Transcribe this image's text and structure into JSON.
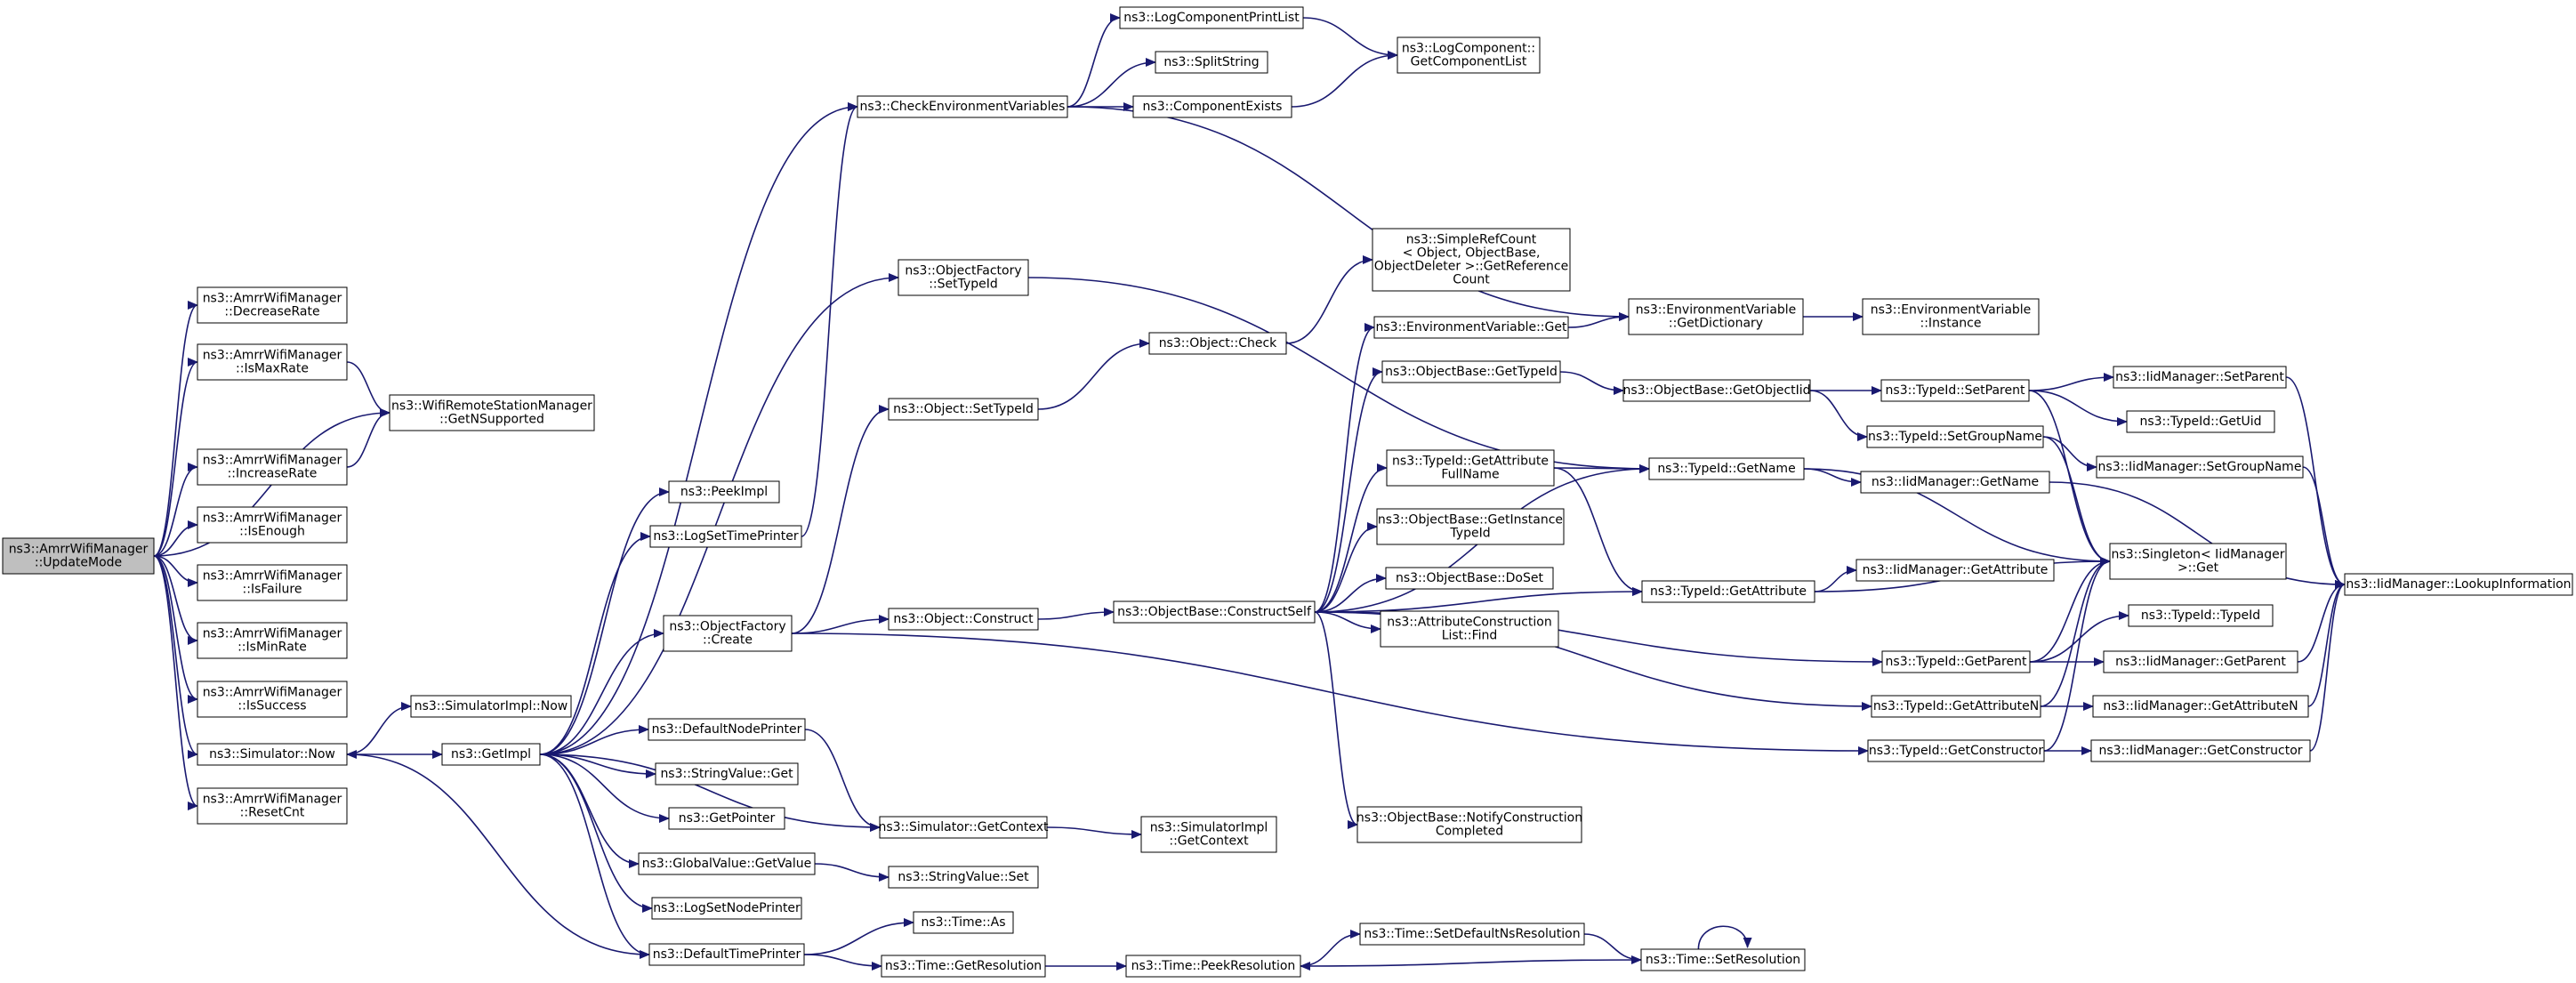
{
  "colors": {
    "edge": "#191970",
    "root_fill": "#bfbfbf",
    "node_fill": "#ffffff",
    "node_border": "#000000"
  },
  "nodes": [
    {
      "id": "updatemode",
      "lines": [
        "ns3::AmrrWifiManager",
        "::UpdateMode"
      ],
      "root": true
    },
    {
      "id": "decreaserate",
      "lines": [
        "ns3::AmrrWifiManager",
        "::DecreaseRate"
      ]
    },
    {
      "id": "ismaxrate",
      "lines": [
        "ns3::AmrrWifiManager",
        "::IsMaxRate"
      ]
    },
    {
      "id": "getnsupported",
      "lines": [
        "ns3::WifiRemoteStationManager",
        "::GetNSupported"
      ]
    },
    {
      "id": "increaserate",
      "lines": [
        "ns3::AmrrWifiManager",
        "::IncreaseRate"
      ]
    },
    {
      "id": "isenough",
      "lines": [
        "ns3::AmrrWifiManager",
        "::IsEnough"
      ]
    },
    {
      "id": "isfailure",
      "lines": [
        "ns3::AmrrWifiManager",
        "::IsFailure"
      ]
    },
    {
      "id": "isminrate",
      "lines": [
        "ns3::AmrrWifiManager",
        "::IsMinRate"
      ]
    },
    {
      "id": "issuccess",
      "lines": [
        "ns3::AmrrWifiManager",
        "::IsSuccess"
      ]
    },
    {
      "id": "simnow",
      "lines": [
        "ns3::Simulator::Now"
      ]
    },
    {
      "id": "resetcnt",
      "lines": [
        "ns3::AmrrWifiManager",
        "::ResetCnt"
      ]
    },
    {
      "id": "simimplnow",
      "lines": [
        "ns3::SimulatorImpl::Now"
      ]
    },
    {
      "id": "getimpl",
      "lines": [
        "ns3::GetImpl"
      ]
    },
    {
      "id": "peekimpl",
      "lines": [
        "ns3::PeekImpl"
      ]
    },
    {
      "id": "logsettimeprinter",
      "lines": [
        "ns3::LogSetTimePrinter"
      ]
    },
    {
      "id": "checkenv",
      "lines": [
        "ns3::CheckEnvironmentVariables"
      ]
    },
    {
      "id": "logcompprintlist",
      "lines": [
        "ns3::LogComponentPrintList"
      ]
    },
    {
      "id": "splitstring",
      "lines": [
        "ns3::SplitString"
      ]
    },
    {
      "id": "componentexists",
      "lines": [
        "ns3::ComponentExists"
      ]
    },
    {
      "id": "getcomplist",
      "lines": [
        "ns3::LogComponent::",
        "GetComponentList"
      ]
    },
    {
      "id": "ofsettypeid",
      "lines": [
        "ns3::ObjectFactory",
        "::SetTypeId"
      ]
    },
    {
      "id": "objsettypeid",
      "lines": [
        "ns3::Object::SetTypeId"
      ]
    },
    {
      "id": "objcheck",
      "lines": [
        "ns3::Object::Check"
      ]
    },
    {
      "id": "simplerefcount",
      "lines": [
        "ns3::SimpleRefCount",
        "< Object, ObjectBase,",
        "ObjectDeleter >::GetReference",
        "Count"
      ]
    },
    {
      "id": "ofcreate",
      "lines": [
        "ns3::ObjectFactory",
        "::Create"
      ]
    },
    {
      "id": "objconstruct",
      "lines": [
        "ns3::Object::Construct"
      ]
    },
    {
      "id": "constructself",
      "lines": [
        "ns3::ObjectBase::ConstructSelf"
      ]
    },
    {
      "id": "envget",
      "lines": [
        "ns3::EnvironmentVariable::Get"
      ]
    },
    {
      "id": "envgetdict",
      "lines": [
        "ns3::EnvironmentVariable",
        "::GetDictionary"
      ]
    },
    {
      "id": "envinstance",
      "lines": [
        "ns3::EnvironmentVariable",
        "::Instance"
      ]
    },
    {
      "id": "obgettypeid",
      "lines": [
        "ns3::ObjectBase::GetTypeId"
      ]
    },
    {
      "id": "obgetobjectiid",
      "lines": [
        "ns3::ObjectBase::GetObjectIid"
      ]
    },
    {
      "id": "tidsetparent",
      "lines": [
        "ns3::TypeId::SetParent"
      ]
    },
    {
      "id": "iidsetparent",
      "lines": [
        "ns3::IidManager::SetParent"
      ]
    },
    {
      "id": "tidgetuid",
      "lines": [
        "ns3::TypeId::GetUid"
      ]
    },
    {
      "id": "tidsetgroupname",
      "lines": [
        "ns3::TypeId::SetGroupName"
      ]
    },
    {
      "id": "iidsetgroupname",
      "lines": [
        "ns3::IidManager::SetGroupName"
      ]
    },
    {
      "id": "tidgetattrfullname",
      "lines": [
        "ns3::TypeId::GetAttribute",
        "FullName"
      ]
    },
    {
      "id": "tidgetname",
      "lines": [
        "ns3::TypeId::GetName"
      ]
    },
    {
      "id": "iidgetname",
      "lines": [
        "ns3::IidManager::GetName"
      ]
    },
    {
      "id": "obgetinstancetypeid",
      "lines": [
        "ns3::ObjectBase::GetInstance",
        "TypeId"
      ]
    },
    {
      "id": "obdoset",
      "lines": [
        "ns3::ObjectBase::DoSet"
      ]
    },
    {
      "id": "acfind",
      "lines": [
        "ns3::AttributeConstruction",
        "List::Find"
      ]
    },
    {
      "id": "tidgetattribute",
      "lines": [
        "ns3::TypeId::GetAttribute"
      ]
    },
    {
      "id": "iidgetattribute",
      "lines": [
        "ns3::IidManager::GetAttribute"
      ]
    },
    {
      "id": "singletonget",
      "lines": [
        "ns3::Singleton< IidManager",
        ">::Get"
      ]
    },
    {
      "id": "iidlookup",
      "lines": [
        "ns3::IidManager::LookupInformation"
      ]
    },
    {
      "id": "tidgetparent",
      "lines": [
        "ns3::TypeId::GetParent"
      ]
    },
    {
      "id": "tidtypeid",
      "lines": [
        "ns3::TypeId::TypeId"
      ]
    },
    {
      "id": "iidgetparent",
      "lines": [
        "ns3::IidManager::GetParent"
      ]
    },
    {
      "id": "tidgetattributen",
      "lines": [
        "ns3::TypeId::GetAttributeN"
      ]
    },
    {
      "id": "iidgetattributen",
      "lines": [
        "ns3::IidManager::GetAttributeN"
      ]
    },
    {
      "id": "tidgetconstructor",
      "lines": [
        "ns3::TypeId::GetConstructor"
      ]
    },
    {
      "id": "iidgetconstructor",
      "lines": [
        "ns3::IidManager::GetConstructor"
      ]
    },
    {
      "id": "obnotifyconstruction",
      "lines": [
        "ns3::ObjectBase::NotifyConstruction",
        "Completed"
      ]
    },
    {
      "id": "defaultnodeprinter",
      "lines": [
        "ns3::DefaultNodePrinter"
      ]
    },
    {
      "id": "stringvalueget",
      "lines": [
        "ns3::StringValue::Get"
      ]
    },
    {
      "id": "getpointer",
      "lines": [
        "ns3::GetPointer"
      ]
    },
    {
      "id": "globalvalueget",
      "lines": [
        "ns3::GlobalValue::GetValue"
      ]
    },
    {
      "id": "stringvalueset",
      "lines": [
        "ns3::StringValue::Set"
      ]
    },
    {
      "id": "logsetnodeprinter",
      "lines": [
        "ns3::LogSetNodePrinter"
      ]
    },
    {
      "id": "defaulttimeprinter",
      "lines": [
        "ns3::DefaultTimePrinter"
      ]
    },
    {
      "id": "simgetcontext",
      "lines": [
        "ns3::Simulator::GetContext"
      ]
    },
    {
      "id": "simimplgetcontext",
      "lines": [
        "ns3::SimulatorImpl",
        "::GetContext"
      ]
    },
    {
      "id": "timeas",
      "lines": [
        "ns3::Time::As"
      ]
    },
    {
      "id": "timegetresolution",
      "lines": [
        "ns3::Time::GetResolution"
      ]
    },
    {
      "id": "timepeekresolution",
      "lines": [
        "ns3::Time::PeekResolution"
      ]
    },
    {
      "id": "timesetdefaultns",
      "lines": [
        "ns3::Time::SetDefaultNsResolution"
      ]
    },
    {
      "id": "timesetresolution",
      "lines": [
        "ns3::Time::SetResolution"
      ]
    }
  ],
  "edges": [
    [
      "updatemode",
      "decreaserate"
    ],
    [
      "updatemode",
      "ismaxrate"
    ],
    [
      "updatemode",
      "getnsupported"
    ],
    [
      "updatemode",
      "increaserate"
    ],
    [
      "updatemode",
      "isenough"
    ],
    [
      "updatemode",
      "isfailure"
    ],
    [
      "updatemode",
      "isminrate"
    ],
    [
      "updatemode",
      "issuccess"
    ],
    [
      "updatemode",
      "simnow"
    ],
    [
      "updatemode",
      "resetcnt"
    ],
    [
      "ismaxrate",
      "getnsupported"
    ],
    [
      "increaserate",
      "getnsupported"
    ],
    [
      "simnow",
      "simimplnow"
    ],
    [
      "simnow",
      "getimpl"
    ],
    [
      "getimpl",
      "peekimpl"
    ],
    [
      "getimpl",
      "logsettimeprinter"
    ],
    [
      "getimpl",
      "checkenv"
    ],
    [
      "getimpl",
      "ofsettypeid"
    ],
    [
      "getimpl",
      "ofcreate"
    ],
    [
      "getimpl",
      "defaultnodeprinter"
    ],
    [
      "getimpl",
      "stringvalueget"
    ],
    [
      "getimpl",
      "getpointer"
    ],
    [
      "getimpl",
      "globalvalueget"
    ],
    [
      "getimpl",
      "logsetnodeprinter"
    ],
    [
      "getimpl",
      "defaulttimeprinter"
    ],
    [
      "getimpl",
      "simgetcontext"
    ],
    [
      "logsettimeprinter",
      "checkenv"
    ],
    [
      "checkenv",
      "logcompprintlist"
    ],
    [
      "checkenv",
      "splitstring"
    ],
    [
      "checkenv",
      "componentexists"
    ],
    [
      "checkenv",
      "envgetdict"
    ],
    [
      "logcompprintlist",
      "getcomplist"
    ],
    [
      "componentexists",
      "getcomplist"
    ],
    [
      "ofsettypeid",
      "tidgetname"
    ],
    [
      "ofcreate",
      "objconstruct"
    ],
    [
      "ofcreate",
      "objsettypeid"
    ],
    [
      "ofcreate",
      "tidgetconstructor"
    ],
    [
      "objsettypeid",
      "objcheck"
    ],
    [
      "objcheck",
      "simplerefcount"
    ],
    [
      "objconstruct",
      "constructself"
    ],
    [
      "constructself",
      "envget"
    ],
    [
      "constructself",
      "obgettypeid"
    ],
    [
      "constructself",
      "tidgetname"
    ],
    [
      "constructself",
      "tidgetattrfullname"
    ],
    [
      "constructself",
      "obgetinstancetypeid"
    ],
    [
      "constructself",
      "obdoset"
    ],
    [
      "constructself",
      "acfind"
    ],
    [
      "constructself",
      "tidgetattribute"
    ],
    [
      "constructself",
      "tidgetparent"
    ],
    [
      "constructself",
      "tidgetattributen"
    ],
    [
      "constructself",
      "obnotifyconstruction"
    ],
    [
      "envget",
      "envgetdict"
    ],
    [
      "envgetdict",
      "envinstance"
    ],
    [
      "obgettypeid",
      "obgetobjectiid"
    ],
    [
      "obgetobjectiid",
      "tidsetparent"
    ],
    [
      "obgetobjectiid",
      "tidsetgroupname"
    ],
    [
      "tidsetparent",
      "iidsetparent"
    ],
    [
      "tidsetparent",
      "tidgetuid"
    ],
    [
      "tidsetparent",
      "singletonget"
    ],
    [
      "iidsetparent",
      "iidlookup"
    ],
    [
      "tidsetgroupname",
      "iidsetgroupname"
    ],
    [
      "tidsetgroupname",
      "singletonget"
    ],
    [
      "iidsetgroupname",
      "iidlookup"
    ],
    [
      "tidgetattrfullname",
      "tidgetname"
    ],
    [
      "tidgetattrfullname",
      "tidgetattribute"
    ],
    [
      "tidgetname",
      "iidgetname"
    ],
    [
      "tidgetname",
      "singletonget"
    ],
    [
      "iidgetname",
      "iidlookup"
    ],
    [
      "tidgetattribute",
      "iidgetattribute"
    ],
    [
      "tidgetattribute",
      "singletonget"
    ],
    [
      "tidgetparent",
      "tidtypeid"
    ],
    [
      "tidgetparent",
      "iidgetparent"
    ],
    [
      "tidgetparent",
      "singletonget"
    ],
    [
      "iidgetparent",
      "iidlookup"
    ],
    [
      "tidgetattributen",
      "iidgetattributen"
    ],
    [
      "tidgetattributen",
      "singletonget"
    ],
    [
      "iidgetattributen",
      "iidlookup"
    ],
    [
      "tidgetconstructor",
      "iidgetconstructor"
    ],
    [
      "tidgetconstructor",
      "singletonget"
    ],
    [
      "iidgetconstructor",
      "iidlookup"
    ],
    [
      "defaultnodeprinter",
      "simgetcontext"
    ],
    [
      "simgetcontext",
      "simimplgetcontext"
    ],
    [
      "globalvalueget",
      "stringvalueset"
    ],
    [
      "defaulttimeprinter",
      "simnow"
    ],
    [
      "defaulttimeprinter",
      "timeas"
    ],
    [
      "defaulttimeprinter",
      "timegetresolution"
    ],
    [
      "timegetresolution",
      "timepeekresolution"
    ],
    [
      "timepeekresolution",
      "timesetdefaultns"
    ],
    [
      "timesetdefaultns",
      "timesetresolution"
    ],
    [
      "timesetresolution",
      "timepeekresolution"
    ],
    [
      "timesetresolution",
      "timesetresolution"
    ]
  ]
}
